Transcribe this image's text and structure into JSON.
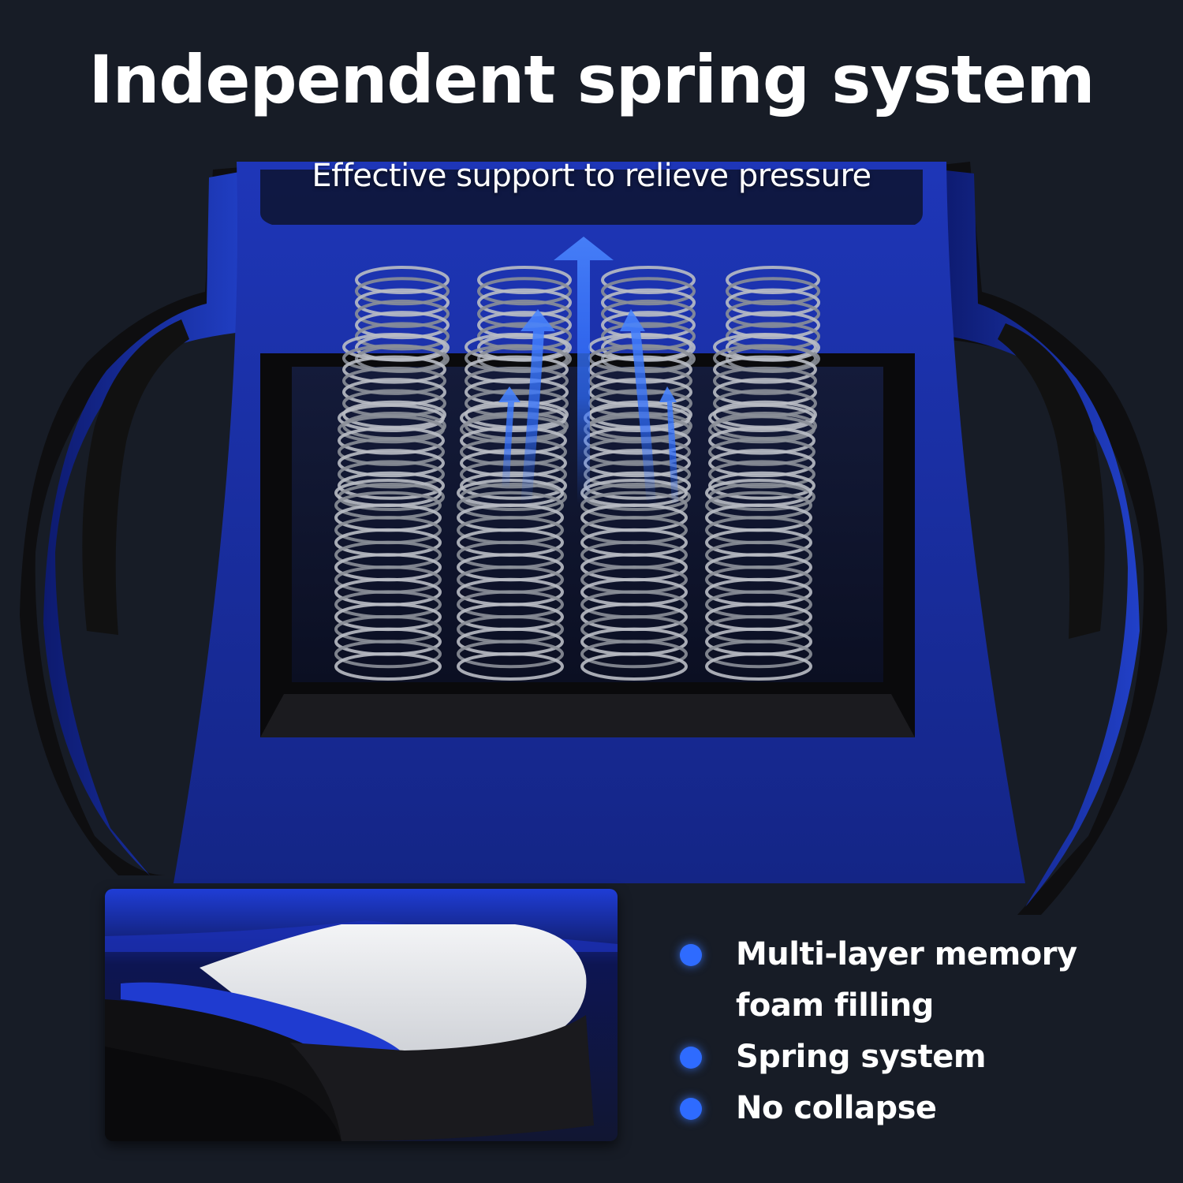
{
  "headline": "Independent spring system",
  "subtitle": "Effective support to relieve pressure",
  "features": [
    {
      "text": "Multi-layer memory foam filling",
      "bullet_icon": "blue-dot-icon"
    },
    {
      "text": "Spring system",
      "bullet_icon": "blue-dot-icon"
    },
    {
      "text": "No collapse",
      "bullet_icon": "blue-dot-icon"
    }
  ],
  "colors": {
    "background": "#171c26",
    "seat_blue": "#1a2fa8",
    "seat_black": "#141414",
    "arrow_blue": "#2f6dff",
    "foam_white": "#e6e8ec",
    "text": "#ffffff"
  }
}
